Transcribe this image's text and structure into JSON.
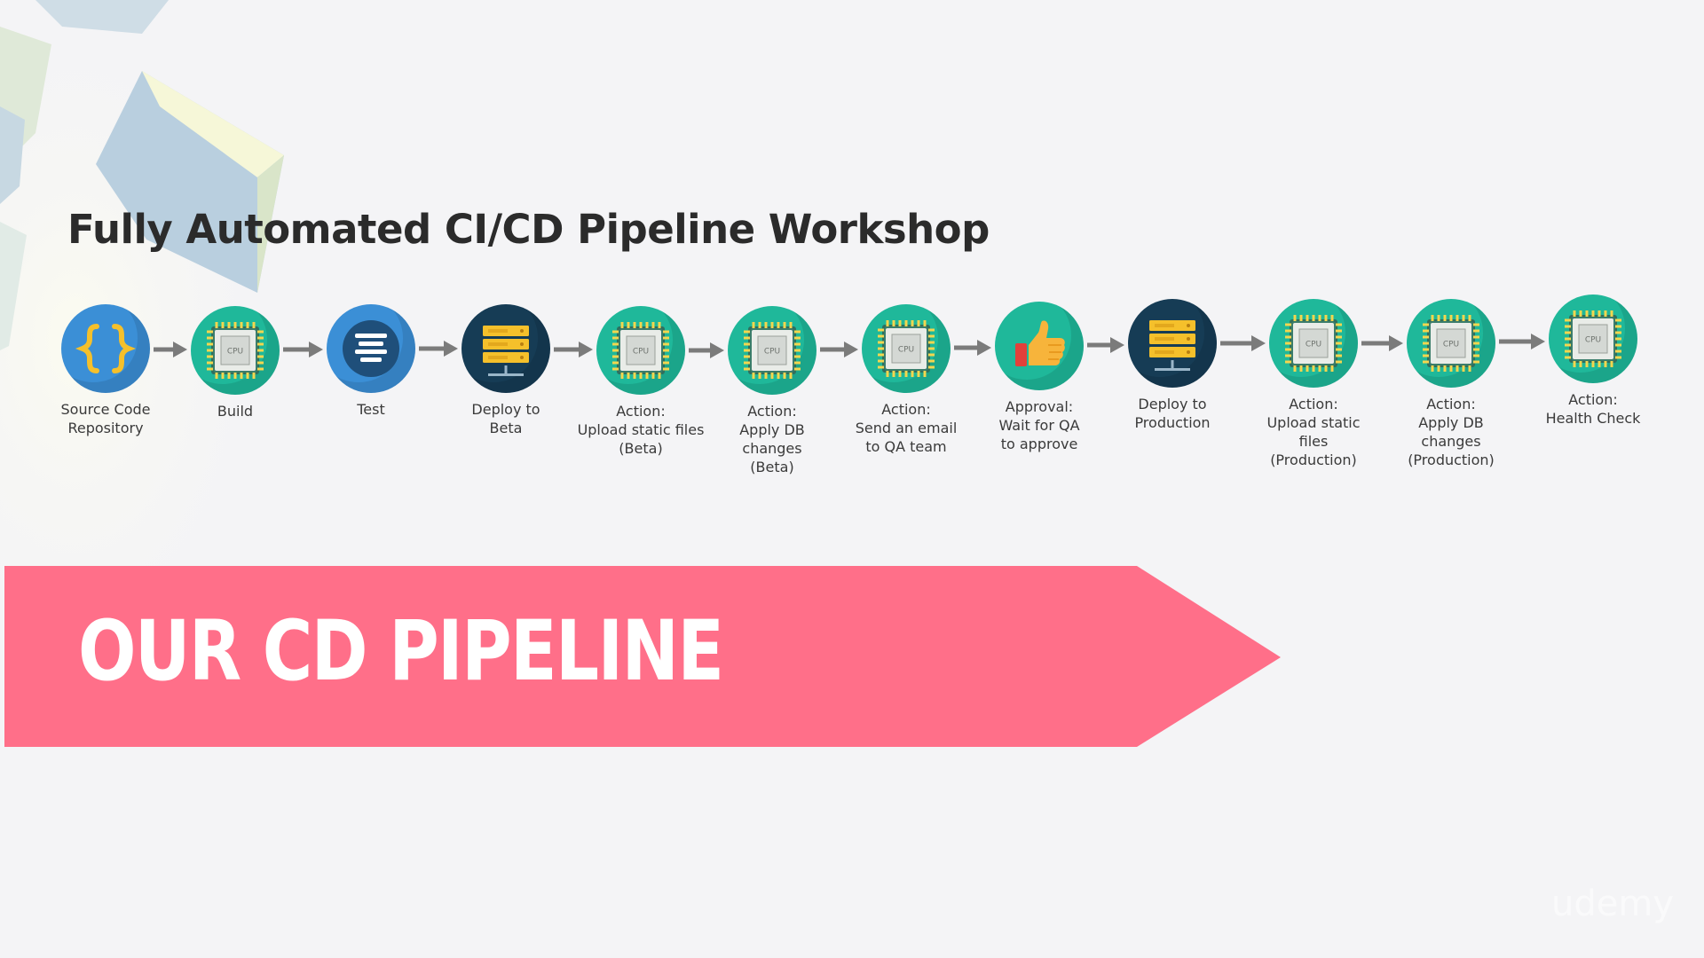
{
  "slide": {
    "title": "Fully Automated CI/CD Pipeline Workshop",
    "banner_text": "OUR CD PIPELINE",
    "watermark": "udemy"
  },
  "colors": {
    "background": "#f4f4f6",
    "banner": "#ff6f89",
    "green": "#1fb89a",
    "blue": "#3b8fd6",
    "navy": "#163c55",
    "arrow": "#7b7b7b",
    "yellow": "#f5c02b"
  },
  "stages": [
    {
      "label_lines": [
        "Source Code",
        "Repository"
      ],
      "icon": "code-braces-icon"
    },
    {
      "label_lines": [
        "Build"
      ],
      "icon": "cpu-icon"
    },
    {
      "label_lines": [
        "Test"
      ],
      "icon": "list-icon"
    },
    {
      "label_lines": [
        "Deploy to",
        "Beta"
      ],
      "icon": "server-icon"
    },
    {
      "label_lines": [
        "Action:",
        "Upload static files",
        "(Beta)"
      ],
      "icon": "cpu-icon"
    },
    {
      "label_lines": [
        "Action:",
        "Apply DB",
        "changes",
        "(Beta)"
      ],
      "icon": "cpu-icon"
    },
    {
      "label_lines": [
        "Action:",
        "Send an email",
        "to QA team"
      ],
      "icon": "cpu-icon"
    },
    {
      "label_lines": [
        "Approval:",
        "Wait for QA",
        "to approve"
      ],
      "icon": "thumbs-up-icon"
    },
    {
      "label_lines": [
        "Deploy to",
        "Production"
      ],
      "icon": "server-icon"
    },
    {
      "label_lines": [
        "Action:",
        "Upload static",
        "files",
        "(Production)"
      ],
      "icon": "cpu-icon"
    },
    {
      "label_lines": [
        "Action:",
        "Apply DB",
        "changes",
        "(Production)"
      ],
      "icon": "cpu-icon"
    },
    {
      "label_lines": [
        "Action:",
        "Health Check"
      ],
      "icon": "cpu-icon"
    }
  ],
  "cpu_chip_text": "CPU"
}
